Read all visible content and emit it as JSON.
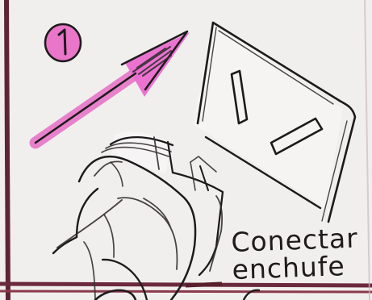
{
  "panel": {
    "step_number": "1",
    "caption_line1": "Conectar",
    "caption_line2": "enchufe"
  },
  "colors": {
    "paper": "#f1efed",
    "ink": "#1d1a1c",
    "highlight": "#e86fc7",
    "frame_accent": "#6b2a3c"
  },
  "icons": {
    "badge": "number-1-circle-icon",
    "arrow": "direction-arrow-icon",
    "plug": "plug-icon",
    "outlet": "wall-outlet-icon",
    "hand": "hand-icon"
  }
}
